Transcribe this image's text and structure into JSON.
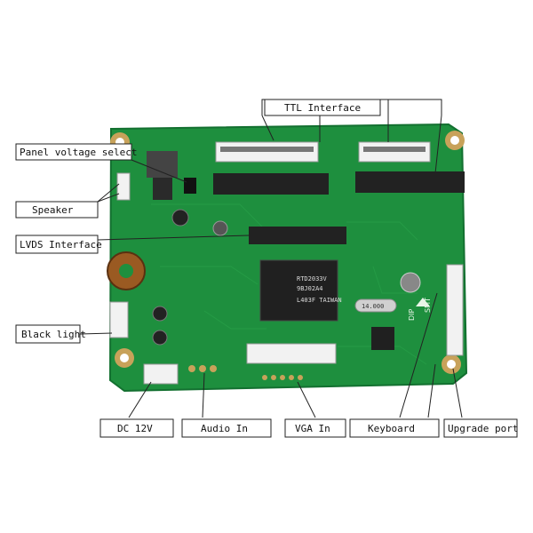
{
  "labels": {
    "ttl_interface": "TTL Interface",
    "panel_voltage_select": "Panel voltage select",
    "speaker": "Speaker",
    "lvds_interface": "LVDS Interface",
    "black_light": "Black light",
    "dc_12v": "DC 12V",
    "audio_in": "Audio In",
    "vga_in": "VGA In",
    "keyboard": "Keyboard",
    "upgrade_port": "Upgrade port"
  },
  "board": {
    "main_chip_line1": "RTD2033V",
    "main_chip_line2": "9BJ02A4",
    "main_chip_line3": "L403F TAIWAN",
    "crystal": "14.000",
    "silk_dip": "DIP",
    "silk_smt": "SMT"
  },
  "colors": {
    "board": "#1e8f3e",
    "board_dark": "#137030",
    "header": "#222222",
    "connector_white": "#f2f2f2",
    "pad_gold": "#c8a25a",
    "chip": "#202020"
  }
}
